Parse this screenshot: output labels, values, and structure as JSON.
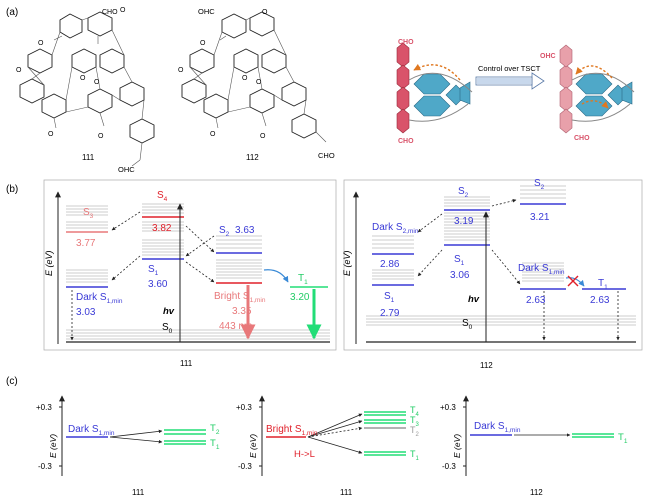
{
  "panel_labels": {
    "a": "(a)",
    "b": "(b)",
    "c": "(c)"
  },
  "panel_a": {
    "molecule_111": {
      "label": "111",
      "cho_top": "CHO",
      "cho_bottom": "OHC"
    },
    "molecule_112": {
      "label": "112",
      "cho_top": "OHC",
      "cho_bottom": "CHO"
    },
    "scheme_caption": "Control over TSCT",
    "scheme_cho": "CHO",
    "scheme_ohc": "OHC"
  },
  "panel_b": {
    "left": {
      "axis_label": "E (eV)",
      "caption": "111",
      "s3": {
        "label": "S",
        "sub": "3",
        "value": "3.77"
      },
      "s4": {
        "label": "S",
        "sub": "4",
        "value": "3.82"
      },
      "s2": {
        "label": "S",
        "sub": "2",
        "value": "3.63"
      },
      "s1": {
        "label": "S",
        "sub": "1",
        "value": "3.60"
      },
      "dark": {
        "label": "Dark S",
        "sub": "1,min",
        "value": "3.03"
      },
      "bright": {
        "label": "Bright S",
        "sub": "1,min",
        "value": "3.35",
        "wavelength": "443 nm"
      },
      "t1": {
        "label": "T",
        "sub": "1",
        "value": "3.20"
      },
      "hv": "hv",
      "s0": {
        "label": "S",
        "sub": "0"
      }
    },
    "right": {
      "axis_label": "E (eV)",
      "caption": "112",
      "s2_top": {
        "label": "S",
        "sub": "2",
        "value": "3.19"
      },
      "s2_right": {
        "label": "S",
        "sub": "2",
        "value": "3.21"
      },
      "dark_s2": {
        "label": "Dark S",
        "sub": "2,min",
        "value": "2.86"
      },
      "s1_center": {
        "label": "S",
        "sub": "1",
        "value": "3.06"
      },
      "s1_left": {
        "label": "S",
        "sub": "1",
        "value": "2.79"
      },
      "dark_s1": {
        "label": "Dark S",
        "sub": "1,min",
        "value": "2.63"
      },
      "t1": {
        "label": "T",
        "sub": "1",
        "value": "2.63"
      },
      "hv": "hv",
      "s0": {
        "label": "S",
        "sub": "0"
      }
    }
  },
  "panel_c": {
    "plot1": {
      "ytick_top": "+0.3",
      "ytick_bottom": "-0.3",
      "axis_label": "E (eV)",
      "caption": "111",
      "state": {
        "label": "Dark S",
        "sub": "1,min"
      },
      "t2": {
        "label": "T",
        "sub": "2"
      },
      "t1": {
        "label": "T",
        "sub": "1"
      }
    },
    "plot2": {
      "ytick_top": "+0.3",
      "ytick_bottom": "-0.3",
      "axis_label": "E (eV)",
      "caption": "111",
      "state": {
        "label": "Bright S",
        "sub": "1,min"
      },
      "transition": "H->L",
      "t4": {
        "label": "T",
        "sub": "4"
      },
      "t3": {
        "label": "T",
        "sub": "3"
      },
      "t2": {
        "label": "T",
        "sub": "2"
      },
      "t1": {
        "label": "T",
        "sub": "1"
      }
    },
    "plot3": {
      "ytick_top": "+0.3",
      "ytick_bottom": "-0.3",
      "axis_label": "E (eV)",
      "caption": "112",
      "state": {
        "label": "Dark S",
        "sub": "1,min"
      },
      "t1": {
        "label": "T",
        "sub": "1"
      }
    }
  },
  "colors": {
    "singlet_blue": "#3a3ad6",
    "singlet_red": "#e0202a",
    "singlet_salmon": "#e8787a",
    "triplet_green": "#22dd77",
    "triplet_grey": "#9a9a9a",
    "scheme_red": "#d9536a",
    "scheme_blue": "#4fa8c8",
    "scheme_arrow": "#e07820"
  }
}
